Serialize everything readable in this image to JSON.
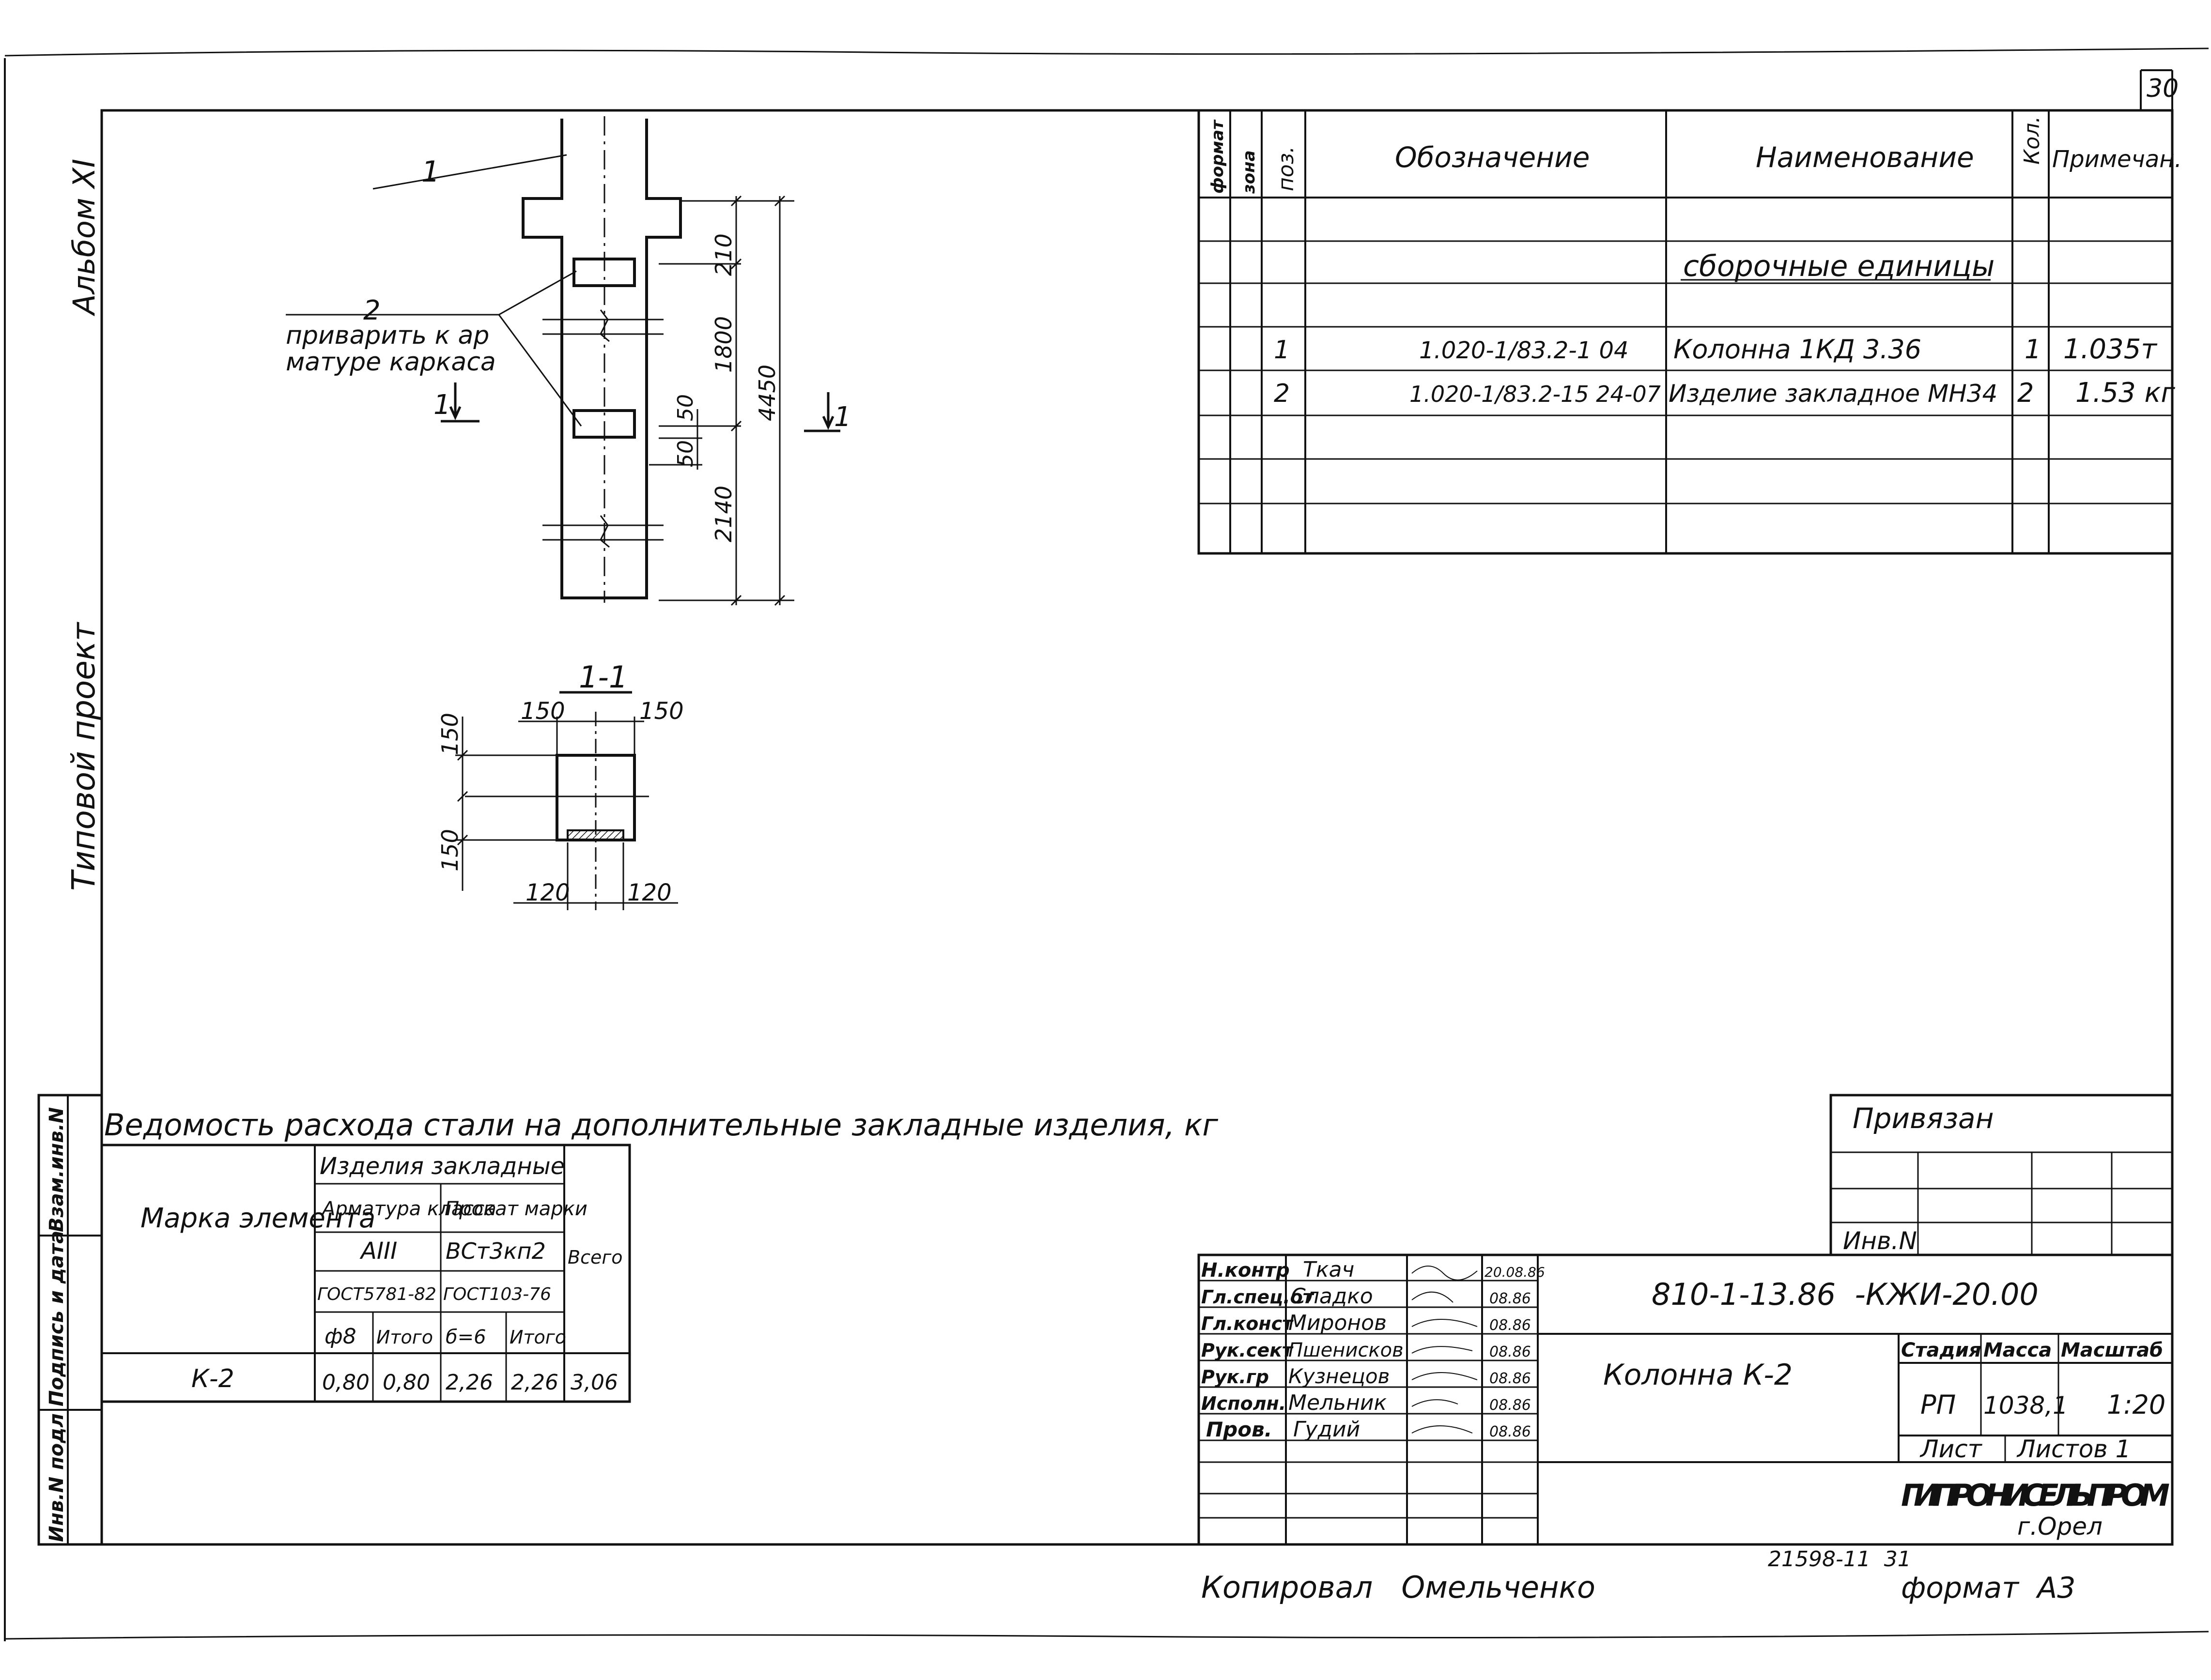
{
  "sheet": {
    "sheet_number": "30",
    "album_label": "Альбом XI",
    "project_label": "Типовой проект",
    "side_labels": [
      "Инв.N подл",
      "Подпись и дата",
      "Взам.инв.N"
    ]
  },
  "drawing": {
    "leader_1": "1",
    "leader_2": "2",
    "note_line1": "приварить к ар",
    "note_line2": "матуре каркаса",
    "section_mark": "1",
    "dims_vertical": [
      "210",
      "1800",
      "4450",
      "50",
      "50",
      "2140"
    ],
    "section_title": "1-1",
    "section_dims_top": [
      "150",
      "150"
    ],
    "section_dims_left": [
      "150",
      "150"
    ],
    "section_dims_bottom": [
      "120",
      "120"
    ]
  },
  "spec_table": {
    "headers": {
      "format": "формат",
      "zone": "зона",
      "pos": "поз.",
      "designation": "Обозначение",
      "name": "Наименование",
      "qty": "Кол.",
      "note": "Примечан."
    },
    "section_title": "сборочные единицы",
    "rows": [
      {
        "pos": "1",
        "designation": "1.020-1/83.2-1 04",
        "name": "Колонна 1КД 3.36",
        "qty": "1",
        "note": "1.035т"
      },
      {
        "pos": "2",
        "designation": "1.020-1/83.2-15 24-07",
        "name": "Изделие закладное МН34",
        "qty": "2",
        "note": "1.53 кг"
      }
    ]
  },
  "steel_table": {
    "title": "Ведомость расхода стали на дополнительные закладные изделия, кг",
    "element_mark": "Марка элемента",
    "embedded_items": "Изделия закладные",
    "rebar_class": "Арматура класса",
    "rolled_grade": "Прокат марки",
    "rebar_grade": "AIII",
    "rolled_steel": "ВСт3кп2",
    "rebar_gost": "ГОСТ5781-82",
    "rolled_gost": "ГОСТ103-76",
    "rebar_dia": "ф8",
    "total": "Итого",
    "thickness": "б=6",
    "grand_total": "Всего",
    "row_mark": "К-2",
    "values": [
      "0,80",
      "0,80",
      "2,26",
      "2,26",
      "3,06"
    ]
  },
  "binding": {
    "title": "Привязан",
    "inv": "Инв.N"
  },
  "title_block": {
    "code": "810-1-13.86  -КЖИ-20.00",
    "roles": [
      "Н.контр",
      "Гл.спец.от",
      "Гл.конст",
      "Рук.сект",
      "Рук.гр",
      "Исполн.",
      "Пров."
    ],
    "names": [
      "Ткач",
      "Сладко",
      "Миронов",
      "Пшенисков",
      "Кузнецов",
      "Мельник",
      "Гудий"
    ],
    "dates": [
      "20.08.86",
      "08.86",
      "08.86",
      "08.86",
      "08.86",
      "08.86",
      "08.86"
    ],
    "item_name": "Колонна К-2",
    "stage_hdr": "Стадия",
    "mass_hdr": "Масса",
    "scale_hdr": "Масштаб",
    "stage": "РП",
    "mass": "1038,1",
    "scale": "1:20",
    "sheet_hdr": "Лист",
    "sheets_hdr": "Листов 1",
    "org": "ГИПРОНИСЕЛЬПРОМ",
    "city": "г.Орел"
  },
  "footer": {
    "copied": "Копировал   Омельченко",
    "ref": "21598-11  31",
    "format": "формат  А3"
  }
}
